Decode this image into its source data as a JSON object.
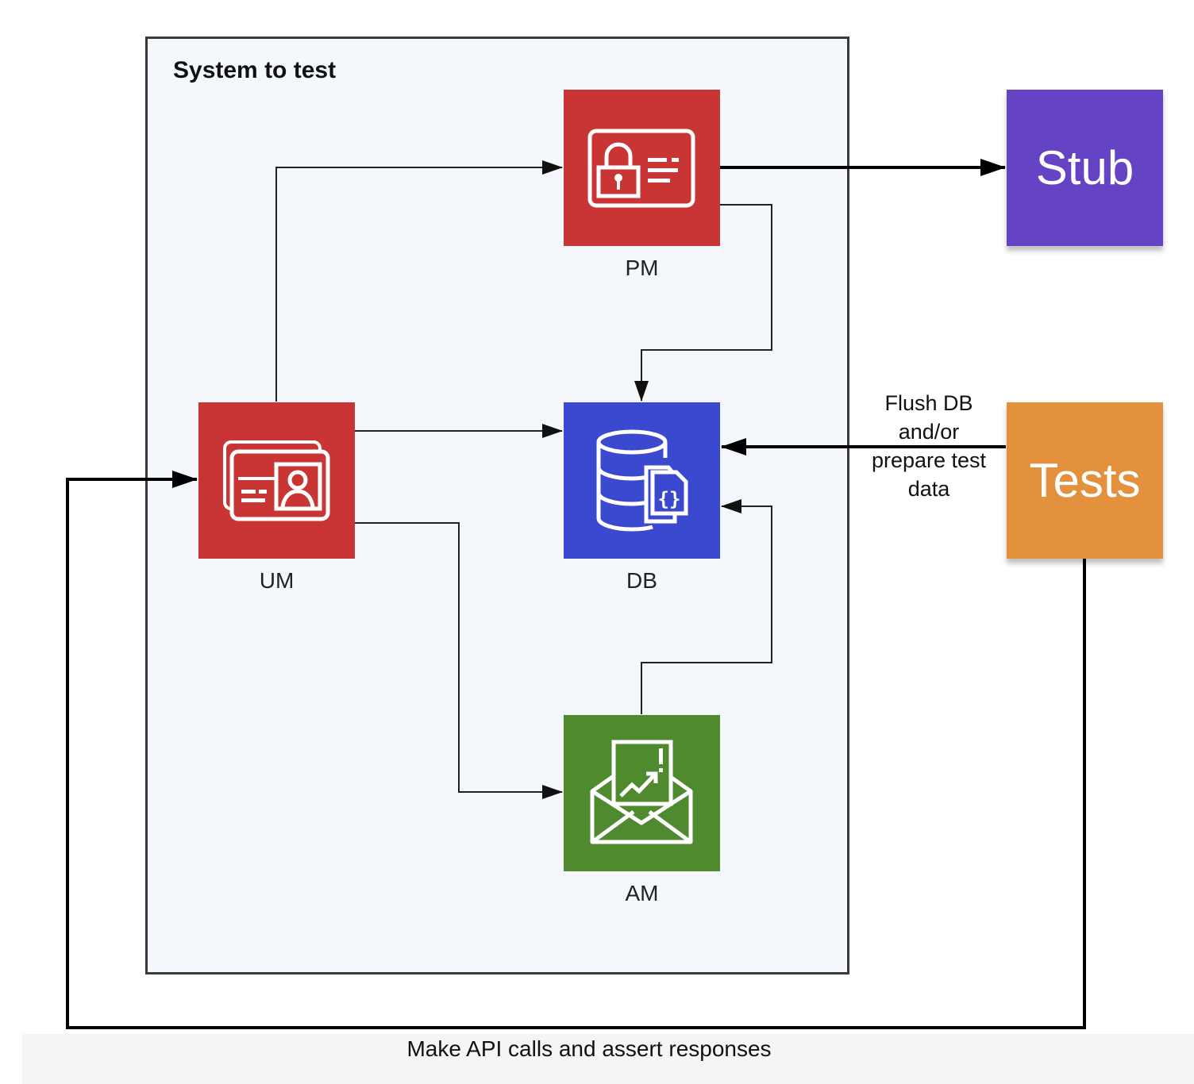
{
  "system": {
    "title": "System to test"
  },
  "nodes": {
    "pm": {
      "label": "PM",
      "color": "#c93434",
      "icon": "id-card-lock-icon"
    },
    "um": {
      "label": "UM",
      "color": "#c93434",
      "icon": "user-card-icon"
    },
    "db": {
      "label": "DB",
      "color": "#3b49d0",
      "icon": "database-document-icon"
    },
    "am": {
      "label": "AM",
      "color": "#4f8a2e",
      "icon": "mail-alert-icon"
    }
  },
  "external": {
    "stub": {
      "label": "Stub",
      "color": "#6543c5"
    },
    "tests": {
      "label": "Tests",
      "color": "#e3913c"
    }
  },
  "edges": {
    "tests_to_db": {
      "label_lines": [
        "Flush DB",
        "and/or",
        "prepare test",
        "data"
      ]
    },
    "tests_to_um": {
      "label": "Make API calls and assert responses"
    }
  }
}
